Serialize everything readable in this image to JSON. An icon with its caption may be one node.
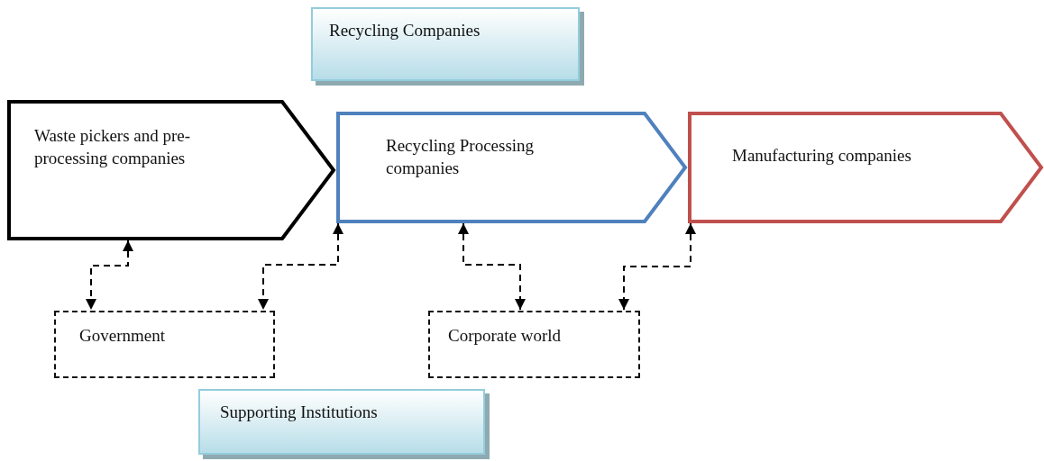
{
  "diagram": {
    "nodes": [
      {
        "text": [
          "Recycling Companies"
        ]
      },
      {
        "text": [
          "Waste pickers and pre-processing companies"
        ]
      },
      {
        "text": [
          "Recycling Processing companies"
        ]
      },
      {
        "text": [
          "Manufacturing companies"
        ]
      },
      {
        "text": [
          "Government"
        ]
      },
      {
        "text": [
          "Corporate world"
        ]
      },
      {
        "text": [
          "Supporting Institutions"
        ]
      }
    ],
    "edges": [
      {
        "from": 1,
        "to": 4,
        "arrow": "both",
        "style": "dashed"
      },
      {
        "from": 2,
        "to": 4,
        "arrow": "both",
        "style": "dashed"
      },
      {
        "from": 2,
        "to": 5,
        "arrow": "both",
        "style": "dashed"
      },
      {
        "from": 3,
        "to": 5,
        "arrow": "both",
        "style": "dashed"
      }
    ]
  }
}
